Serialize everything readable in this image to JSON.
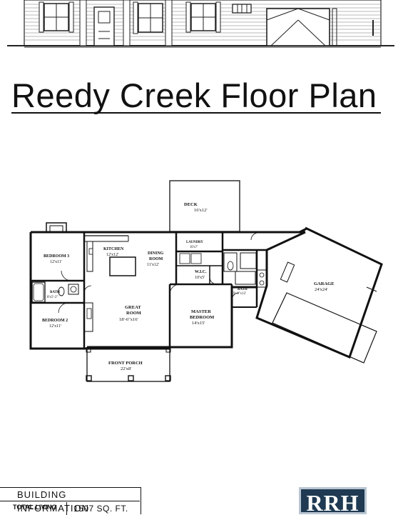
{
  "title": "Reedy Creek Floor Plan",
  "rooms": {
    "deck": {
      "name": "DECK",
      "dim": "16'x12'"
    },
    "kitchen": {
      "name": "KITCHEN",
      "dim": "12'x12'"
    },
    "dining": {
      "name1": "DINING",
      "name2": "ROOM",
      "dim": "11'x12'"
    },
    "laundry": {
      "name": "LAUNDRY",
      "dim": "10'x7'"
    },
    "garage": {
      "name": "GARAGE",
      "dim": "24'x24'"
    },
    "bedroom3": {
      "name": "BEDROOM 3",
      "dim": "12'x11'"
    },
    "bath": {
      "name": "BATH",
      "dim": "8'x5'-2\""
    },
    "wic": {
      "name": "W.I.C.",
      "dim": "10'x5'"
    },
    "master_bath": {
      "name": "BATH",
      "dim": "9'-6\"x12'"
    },
    "great_room": {
      "name1": "GREAT",
      "name2": "ROOM",
      "dim": "18'-6\"x16'"
    },
    "master": {
      "name1": "MASTER",
      "name2": "BEDROOM",
      "dim": "14'x15'"
    },
    "bedroom2": {
      "name": "BEDROOM 2",
      "dim": "12'x11'"
    },
    "porch": {
      "name": "FRONT PORCH",
      "dim": "22'x8'"
    }
  },
  "building_info": {
    "heading": "BUILDING INFORMATION",
    "total_living_label": "TOTAL LIVING",
    "total_living_value": "1507 SQ. FT."
  },
  "logo": {
    "text": "RRH",
    "bg_color": "#1f3a52"
  }
}
